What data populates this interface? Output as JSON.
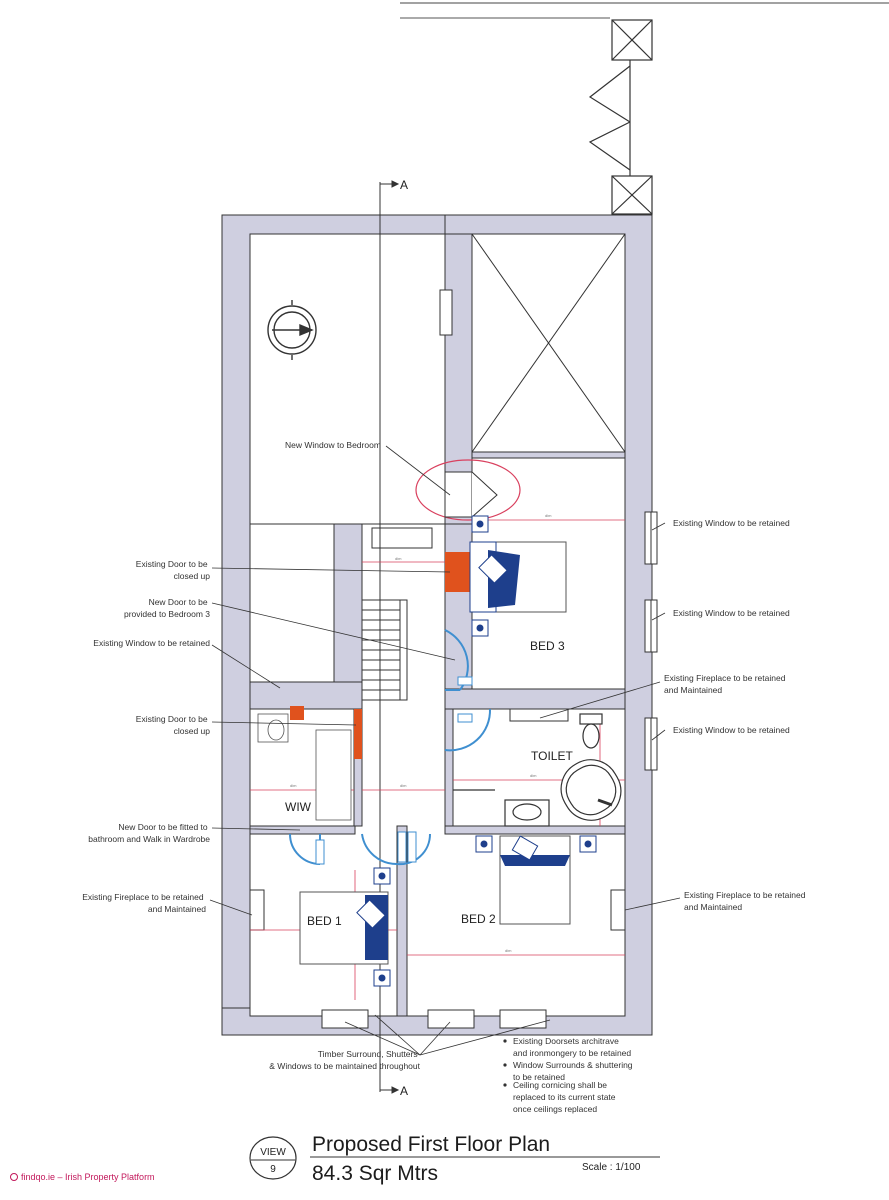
{
  "section_marker": {
    "top": "A",
    "bottom": "A"
  },
  "rooms": {
    "bed3": "BED 3",
    "toilet": "TOILET",
    "wiw": "WIW",
    "bed1": "BED 1",
    "bed2": "BED 2"
  },
  "annotations": {
    "new_window_bedroom": "New Window to Bedroom",
    "existing_door_closed_1": [
      "Existing Door to be",
      "closed up"
    ],
    "new_door_bedroom3": [
      "New Door to be",
      "provided to Bedroom 3"
    ],
    "existing_window_left": "Existing Window to be retained",
    "existing_door_closed_2": [
      "Existing Door to be",
      "closed up"
    ],
    "new_door_bathroom": [
      "New Door to be fitted to",
      "bathroom and Walk in Wardrobe"
    ],
    "existing_fireplace_left": [
      "Existing Fireplace to be retained",
      "and Maintained"
    ],
    "existing_window_right_1": "Existing Window to be retained",
    "existing_window_right_2": "Existing Window to be retained",
    "existing_fireplace_bed3": [
      "Existing Fireplace to be retained",
      "and Maintained"
    ],
    "existing_window_right_3": "Existing Window to be retained",
    "existing_fireplace_right": [
      "Existing Fireplace to be retained",
      "and Maintained"
    ],
    "timber_surround": [
      "Timber Surround, Shutters",
      "& Windows to be maintained throughout"
    ]
  },
  "notes": [
    [
      "Existing Doorsets architrave",
      "and ironmongery to be retained"
    ],
    [
      "Window Surrounds & shuttering",
      "to be retained"
    ],
    [
      "Ceiling cornicing shall be",
      "replaced to its current state",
      "once ceilings replaced"
    ]
  ],
  "title_block": {
    "view_label": "VIEW",
    "view_number": "9",
    "title": "Proposed First Floor Plan",
    "area": "84.3 Sqr Mtrs",
    "scale": "Scale : 1/100"
  },
  "watermark": "findqo.ie – Irish Property Platform",
  "colors": {
    "wall": "#cfcfe0",
    "line": "#333333",
    "dim": "#d9405e",
    "door": "#3f8fd0",
    "closed_door": "#e0521d",
    "bed": "#1e3f8c"
  }
}
